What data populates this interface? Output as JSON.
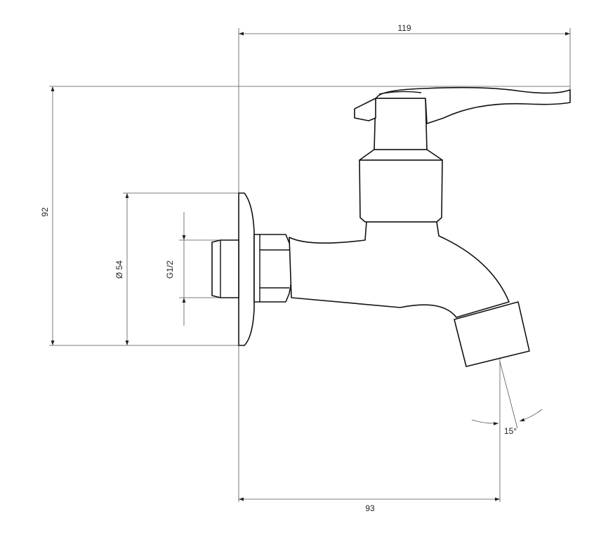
{
  "dimensions": {
    "overall_length": "119",
    "height": "92",
    "flange_diameter": "Ø 54",
    "thread": "G1/2",
    "spout_reach": "93",
    "spout_angle": "15°"
  },
  "colors": {
    "outline": "#111111",
    "dimension_line": "#555555",
    "background": "#ffffff"
  }
}
